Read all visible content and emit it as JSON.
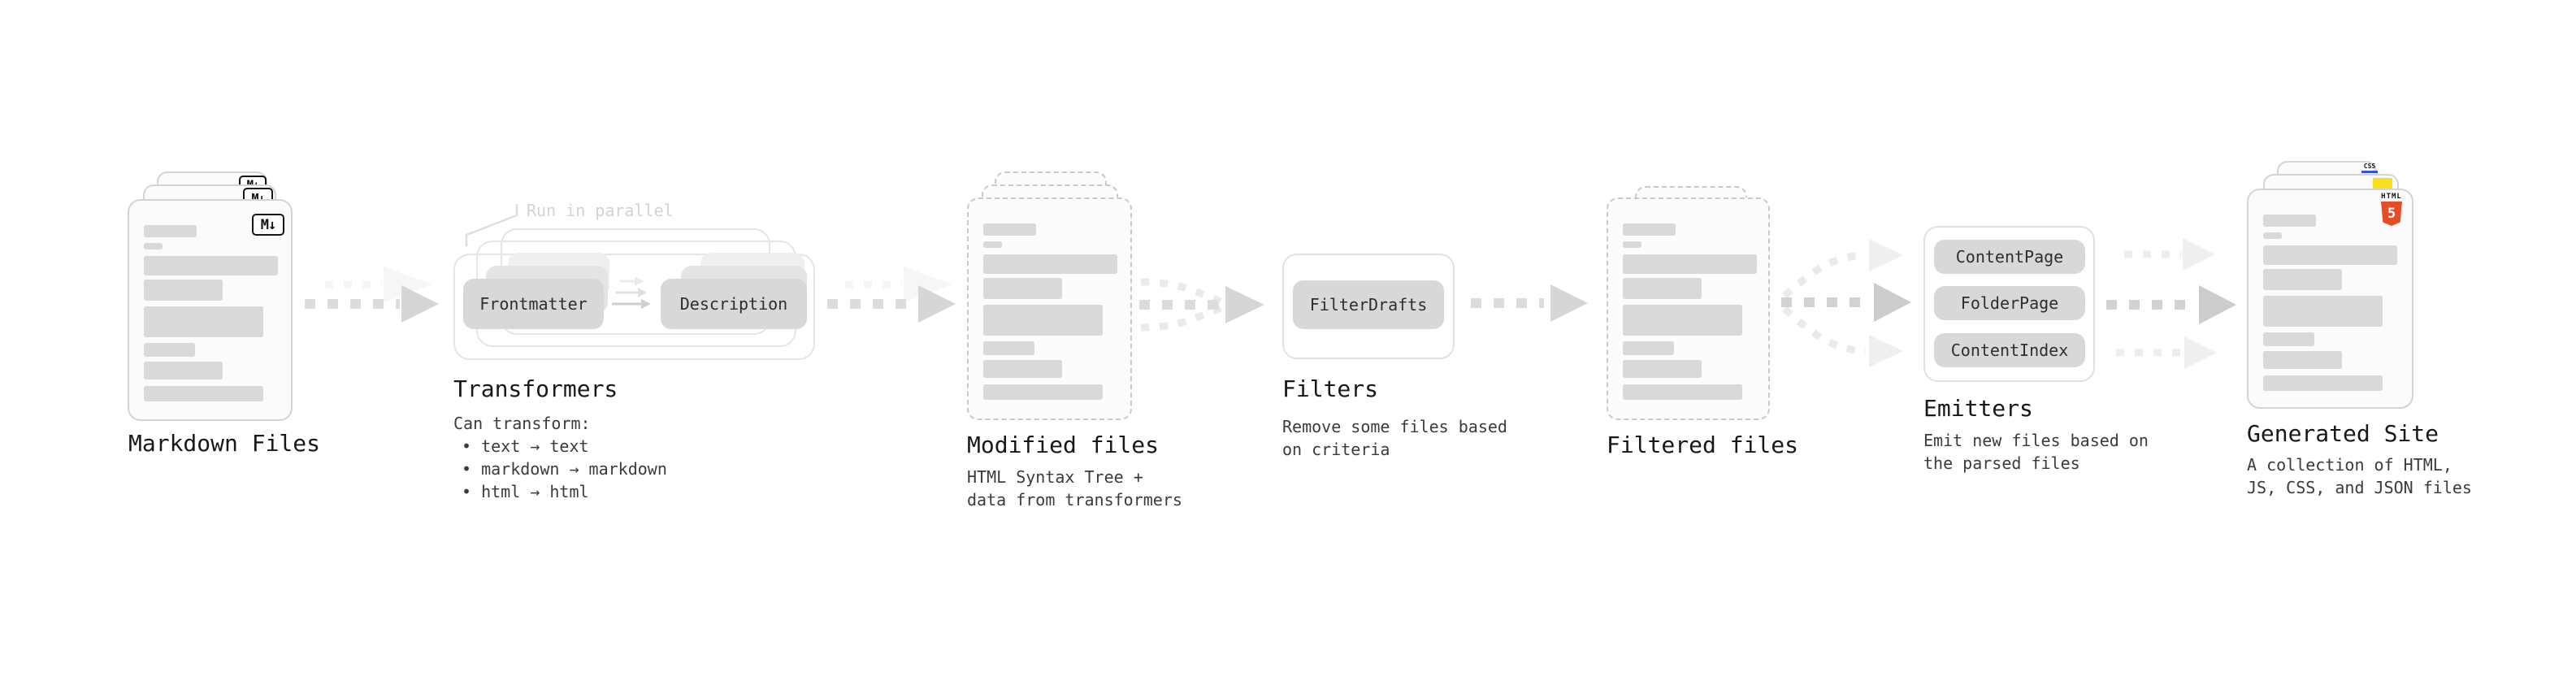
{
  "markdown_files": {
    "title": "Markdown Files",
    "file_icon": "M↓"
  },
  "transformers": {
    "title": "Transformers",
    "annotation": "Run in parallel",
    "input_pill": "Frontmatter",
    "output_pill": "Description",
    "note_heading": "Can transform:",
    "bullets": [
      "• text → text",
      "• markdown → markdown",
      "• html → html"
    ]
  },
  "modified_files": {
    "title": "Modified files",
    "subtitle": "HTML Syntax Tree +\ndata from transformers"
  },
  "filters": {
    "title": "Filters",
    "pill": "FilterDrafts",
    "subtitle": "Remove some files based\non criteria"
  },
  "filtered_files": {
    "title": "Filtered files"
  },
  "emitters": {
    "title": "Emitters",
    "pills": [
      "ContentPage",
      "FolderPage",
      "ContentIndex"
    ],
    "subtitle": "Emit new files based on\nthe parsed files"
  },
  "generated_site": {
    "title": "Generated Site",
    "subtitle": "A collection of HTML,\nJS, CSS, and JSON files",
    "badges": {
      "html_wordmark": "HTML",
      "html_shield": "5",
      "css": "CSS"
    }
  },
  "colors": {
    "html5_orange": "#e44d26",
    "js_yellow": "#f7df1e",
    "css_blue": "#2d53e5",
    "bar_gray": "#d9d9d9"
  }
}
